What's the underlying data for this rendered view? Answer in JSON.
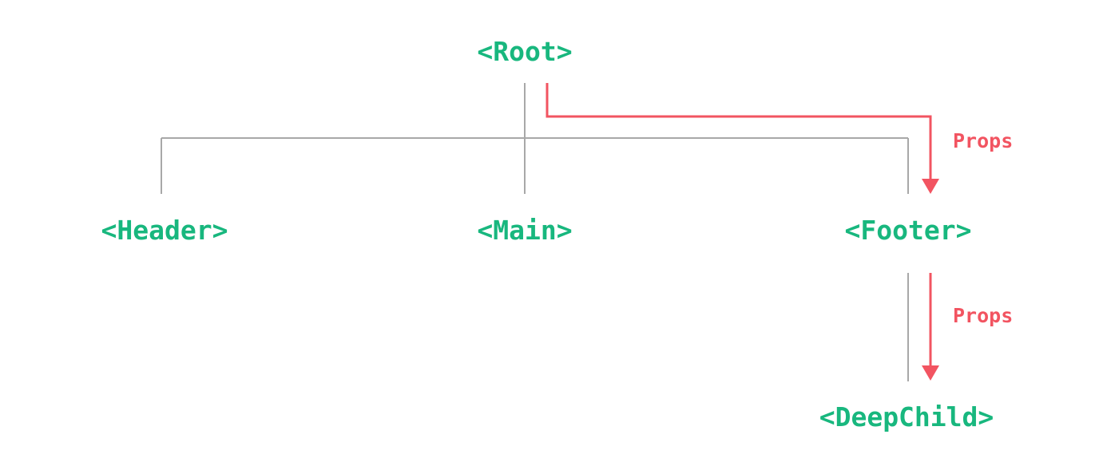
{
  "colors": {
    "node": "#18b77e",
    "tree_line": "#a8a8a8",
    "props": "#f25461"
  },
  "nodes": {
    "root": "<Root>",
    "header": "<Header>",
    "main": "<Main>",
    "footer": "<Footer>",
    "deep_child": "<DeepChild>"
  },
  "arrows": {
    "root_to_footer": "Props",
    "footer_to_deep_child": "Props"
  }
}
